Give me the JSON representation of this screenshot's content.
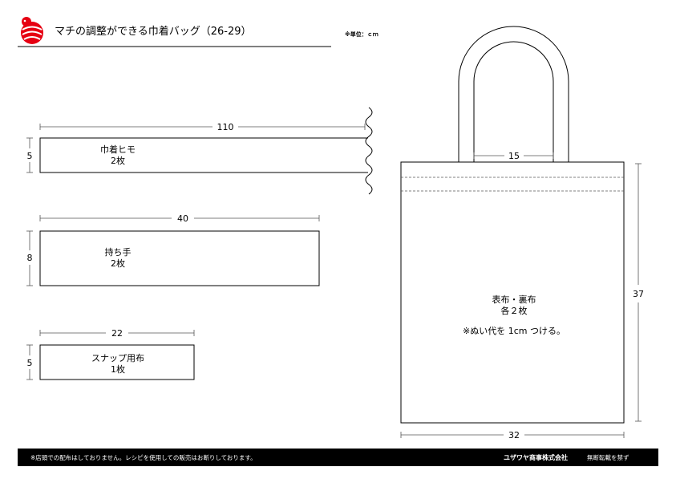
{
  "header": {
    "title": "マチの調整ができる巾着バッグ（26-29）",
    "unit_note": "※単位：ｃｍ"
  },
  "drawstring": {
    "width_label": "110",
    "height_label": "5",
    "name": "巾着ヒモ",
    "count": "2枚"
  },
  "handle": {
    "width_label": "40",
    "height_label": "8",
    "name": "持ち手",
    "count": "2枚"
  },
  "snap_cloth": {
    "width_label": "22",
    "height_label": "5",
    "name": "スナップ用布",
    "count": "1枚"
  },
  "bag": {
    "handle_width_label": "15",
    "height_label": "37",
    "width_label": "32",
    "name": "表布・裏布",
    "count": "各２枚",
    "note": "※ぬい代を 1cm つける。"
  },
  "footer": {
    "notice": "※店頭での配布はしておりません。レシピを使用しての販売はお断りしております。",
    "company": "ユザワヤ商事株式会社",
    "copyright": "無断転載を禁ず"
  },
  "colors": {
    "accent": "#e60012",
    "footer_bg": "#000000"
  },
  "icons": {
    "logo": "brand-logo"
  }
}
